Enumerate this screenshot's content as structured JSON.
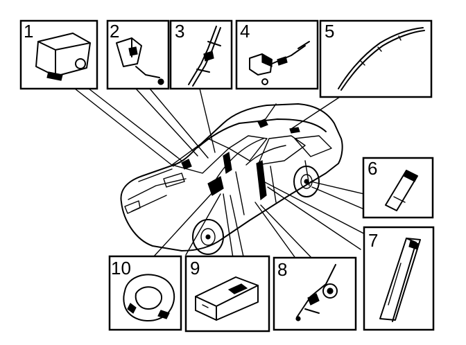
{
  "callouts": [
    "1",
    "2",
    "3",
    "4",
    "5",
    "6",
    "7",
    "8",
    "9",
    "10"
  ],
  "colors": {
    "line": "#000000",
    "background": "#ffffff"
  }
}
